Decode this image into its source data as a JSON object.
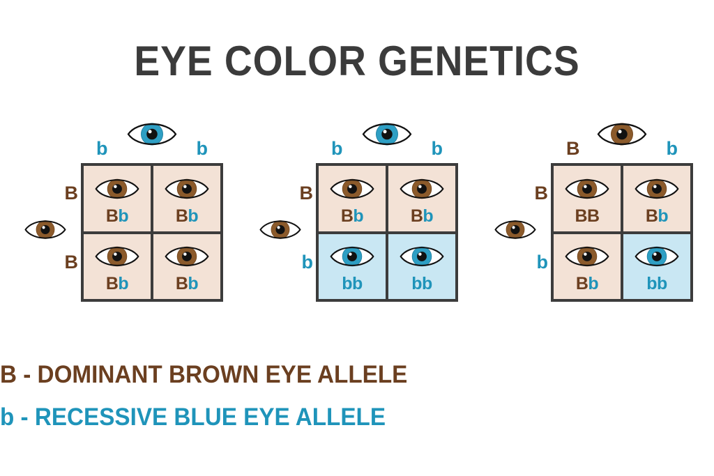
{
  "title": "EYE COLOR GENETICS",
  "colors": {
    "brown_allele": "#6b3f20",
    "blue_allele": "#1f94ba",
    "brown_cell_bg": "#f3e2d6",
    "blue_cell_bg": "#c9e7f3",
    "grid_border": "#3c3c3c",
    "title_color": "#3b3b3b",
    "brown_iris": "#8b5a2b",
    "blue_iris": "#2e9fc4",
    "page_bg": "#ffffff"
  },
  "squares": [
    {
      "name": "punnett-square-1",
      "top_parent": {
        "eye": "blue-eye",
        "alleles": [
          "b",
          "b"
        ]
      },
      "left_parent": {
        "eye": "brown-eye",
        "alleles": [
          "B",
          "B"
        ]
      },
      "cells": [
        {
          "genotype": [
            "B",
            "b"
          ],
          "eye": "brown-eye",
          "bg": "brown"
        },
        {
          "genotype": [
            "B",
            "b"
          ],
          "eye": "brown-eye",
          "bg": "brown"
        },
        {
          "genotype": [
            "B",
            "b"
          ],
          "eye": "brown-eye",
          "bg": "brown"
        },
        {
          "genotype": [
            "B",
            "b"
          ],
          "eye": "brown-eye",
          "bg": "brown"
        }
      ]
    },
    {
      "name": "punnett-square-2",
      "top_parent": {
        "eye": "blue-eye",
        "alleles": [
          "b",
          "b"
        ]
      },
      "left_parent": {
        "eye": "brown-eye",
        "alleles": [
          "B",
          "b"
        ]
      },
      "cells": [
        {
          "genotype": [
            "B",
            "b"
          ],
          "eye": "brown-eye",
          "bg": "brown"
        },
        {
          "genotype": [
            "B",
            "b"
          ],
          "eye": "brown-eye",
          "bg": "brown"
        },
        {
          "genotype": [
            "b",
            "b"
          ],
          "eye": "blue-eye",
          "bg": "blue"
        },
        {
          "genotype": [
            "b",
            "b"
          ],
          "eye": "blue-eye",
          "bg": "blue"
        }
      ]
    },
    {
      "name": "punnett-square-3",
      "top_parent": {
        "eye": "brown-eye",
        "alleles": [
          "B",
          "b"
        ]
      },
      "left_parent": {
        "eye": "brown-eye",
        "alleles": [
          "B",
          "b"
        ]
      },
      "cells": [
        {
          "genotype": [
            "B",
            "B"
          ],
          "eye": "brown-eye",
          "bg": "brown"
        },
        {
          "genotype": [
            "B",
            "b"
          ],
          "eye": "brown-eye",
          "bg": "brown"
        },
        {
          "genotype": [
            "B",
            "b"
          ],
          "eye": "brown-eye",
          "bg": "brown"
        },
        {
          "genotype": [
            "b",
            "b"
          ],
          "eye": "blue-eye",
          "bg": "blue"
        }
      ]
    }
  ],
  "legend": [
    {
      "symbol": "B",
      "text": "B - DOMINANT BROWN EYE ALLELE",
      "color": "#6b3f20"
    },
    {
      "symbol": "b",
      "text": "b - RECESSIVE BLUE EYE ALLELE",
      "color": "#1f94ba"
    }
  ]
}
